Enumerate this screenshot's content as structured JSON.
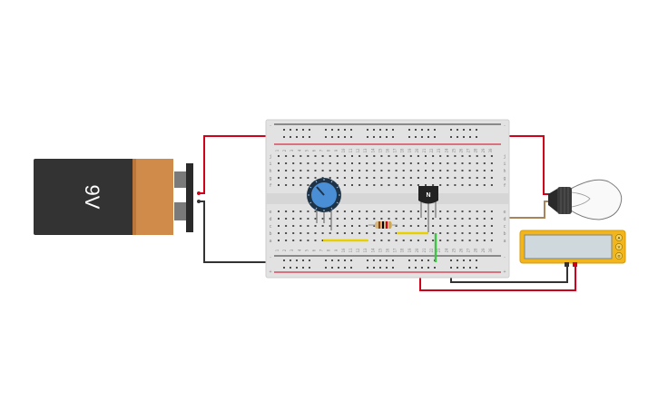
{
  "battery": {
    "label": "9V",
    "body_color": "#333333",
    "cap_color": "#d08a4a"
  },
  "transistor": {
    "label": "N"
  },
  "breadboard": {
    "columns": 30,
    "row_letters_top": [
      "j",
      "i",
      "h",
      "g",
      "f"
    ],
    "row_letters_bottom": [
      "e",
      "d",
      "c",
      "b",
      "a"
    ],
    "rail_minus": "-",
    "rail_plus": "+"
  },
  "multimeter": {
    "buttons": [
      "A",
      "V",
      "Ω"
    ],
    "body_color": "#f2b51c",
    "screen_color": "#cfd8dc"
  },
  "wire_colors": {
    "red": "#d0021b",
    "black": "#333333",
    "yellow": "#e8d000",
    "green": "#43c24a",
    "brown": "#a9845a"
  }
}
